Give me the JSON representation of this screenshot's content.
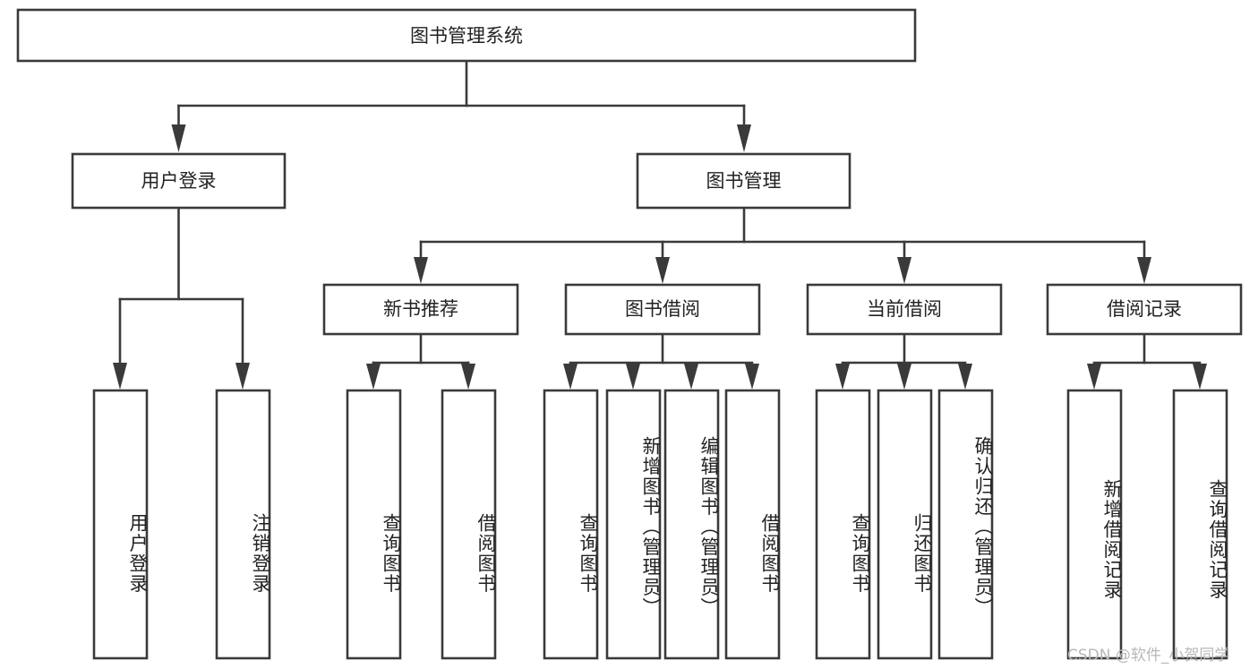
{
  "diagram": {
    "type": "tree-hierarchy-chart",
    "title": "图书管理系统",
    "orientation": "top-down",
    "colors": {
      "box_stroke": "#3a3a3a",
      "box_fill": "#ffffff",
      "connector": "#3a3a3a",
      "text": "#222222",
      "background": "#ffffff",
      "watermark": "#b8b8b8"
    },
    "levels": {
      "root": {
        "label": "图书管理系统"
      },
      "level1": [
        {
          "label": "用户登录"
        },
        {
          "label": "图书管理"
        }
      ],
      "level2": [
        {
          "label": "新书推荐"
        },
        {
          "label": "图书借阅"
        },
        {
          "label": "当前借阅"
        },
        {
          "label": "借阅记录"
        }
      ],
      "leaves": {
        "user_login": [
          {
            "label": "用户登录"
          },
          {
            "label": "注销登录"
          }
        ],
        "new_book_recommend": [
          {
            "label": "查询图书"
          },
          {
            "label": "借阅图书"
          }
        ],
        "book_borrow": [
          {
            "label": "查询图书"
          },
          {
            "label": "新增图书（管理员）"
          },
          {
            "label": "编辑图书（管理员）"
          },
          {
            "label": "借阅图书"
          }
        ],
        "current_borrow": [
          {
            "label": "查询图书"
          },
          {
            "label": "归还图书"
          },
          {
            "label": "确认归还（管理员）"
          }
        ],
        "borrow_record": [
          {
            "label": "新增借阅记录"
          },
          {
            "label": "查询借阅记录"
          }
        ]
      }
    },
    "watermark": "CSDN @软件_小贺同学"
  }
}
